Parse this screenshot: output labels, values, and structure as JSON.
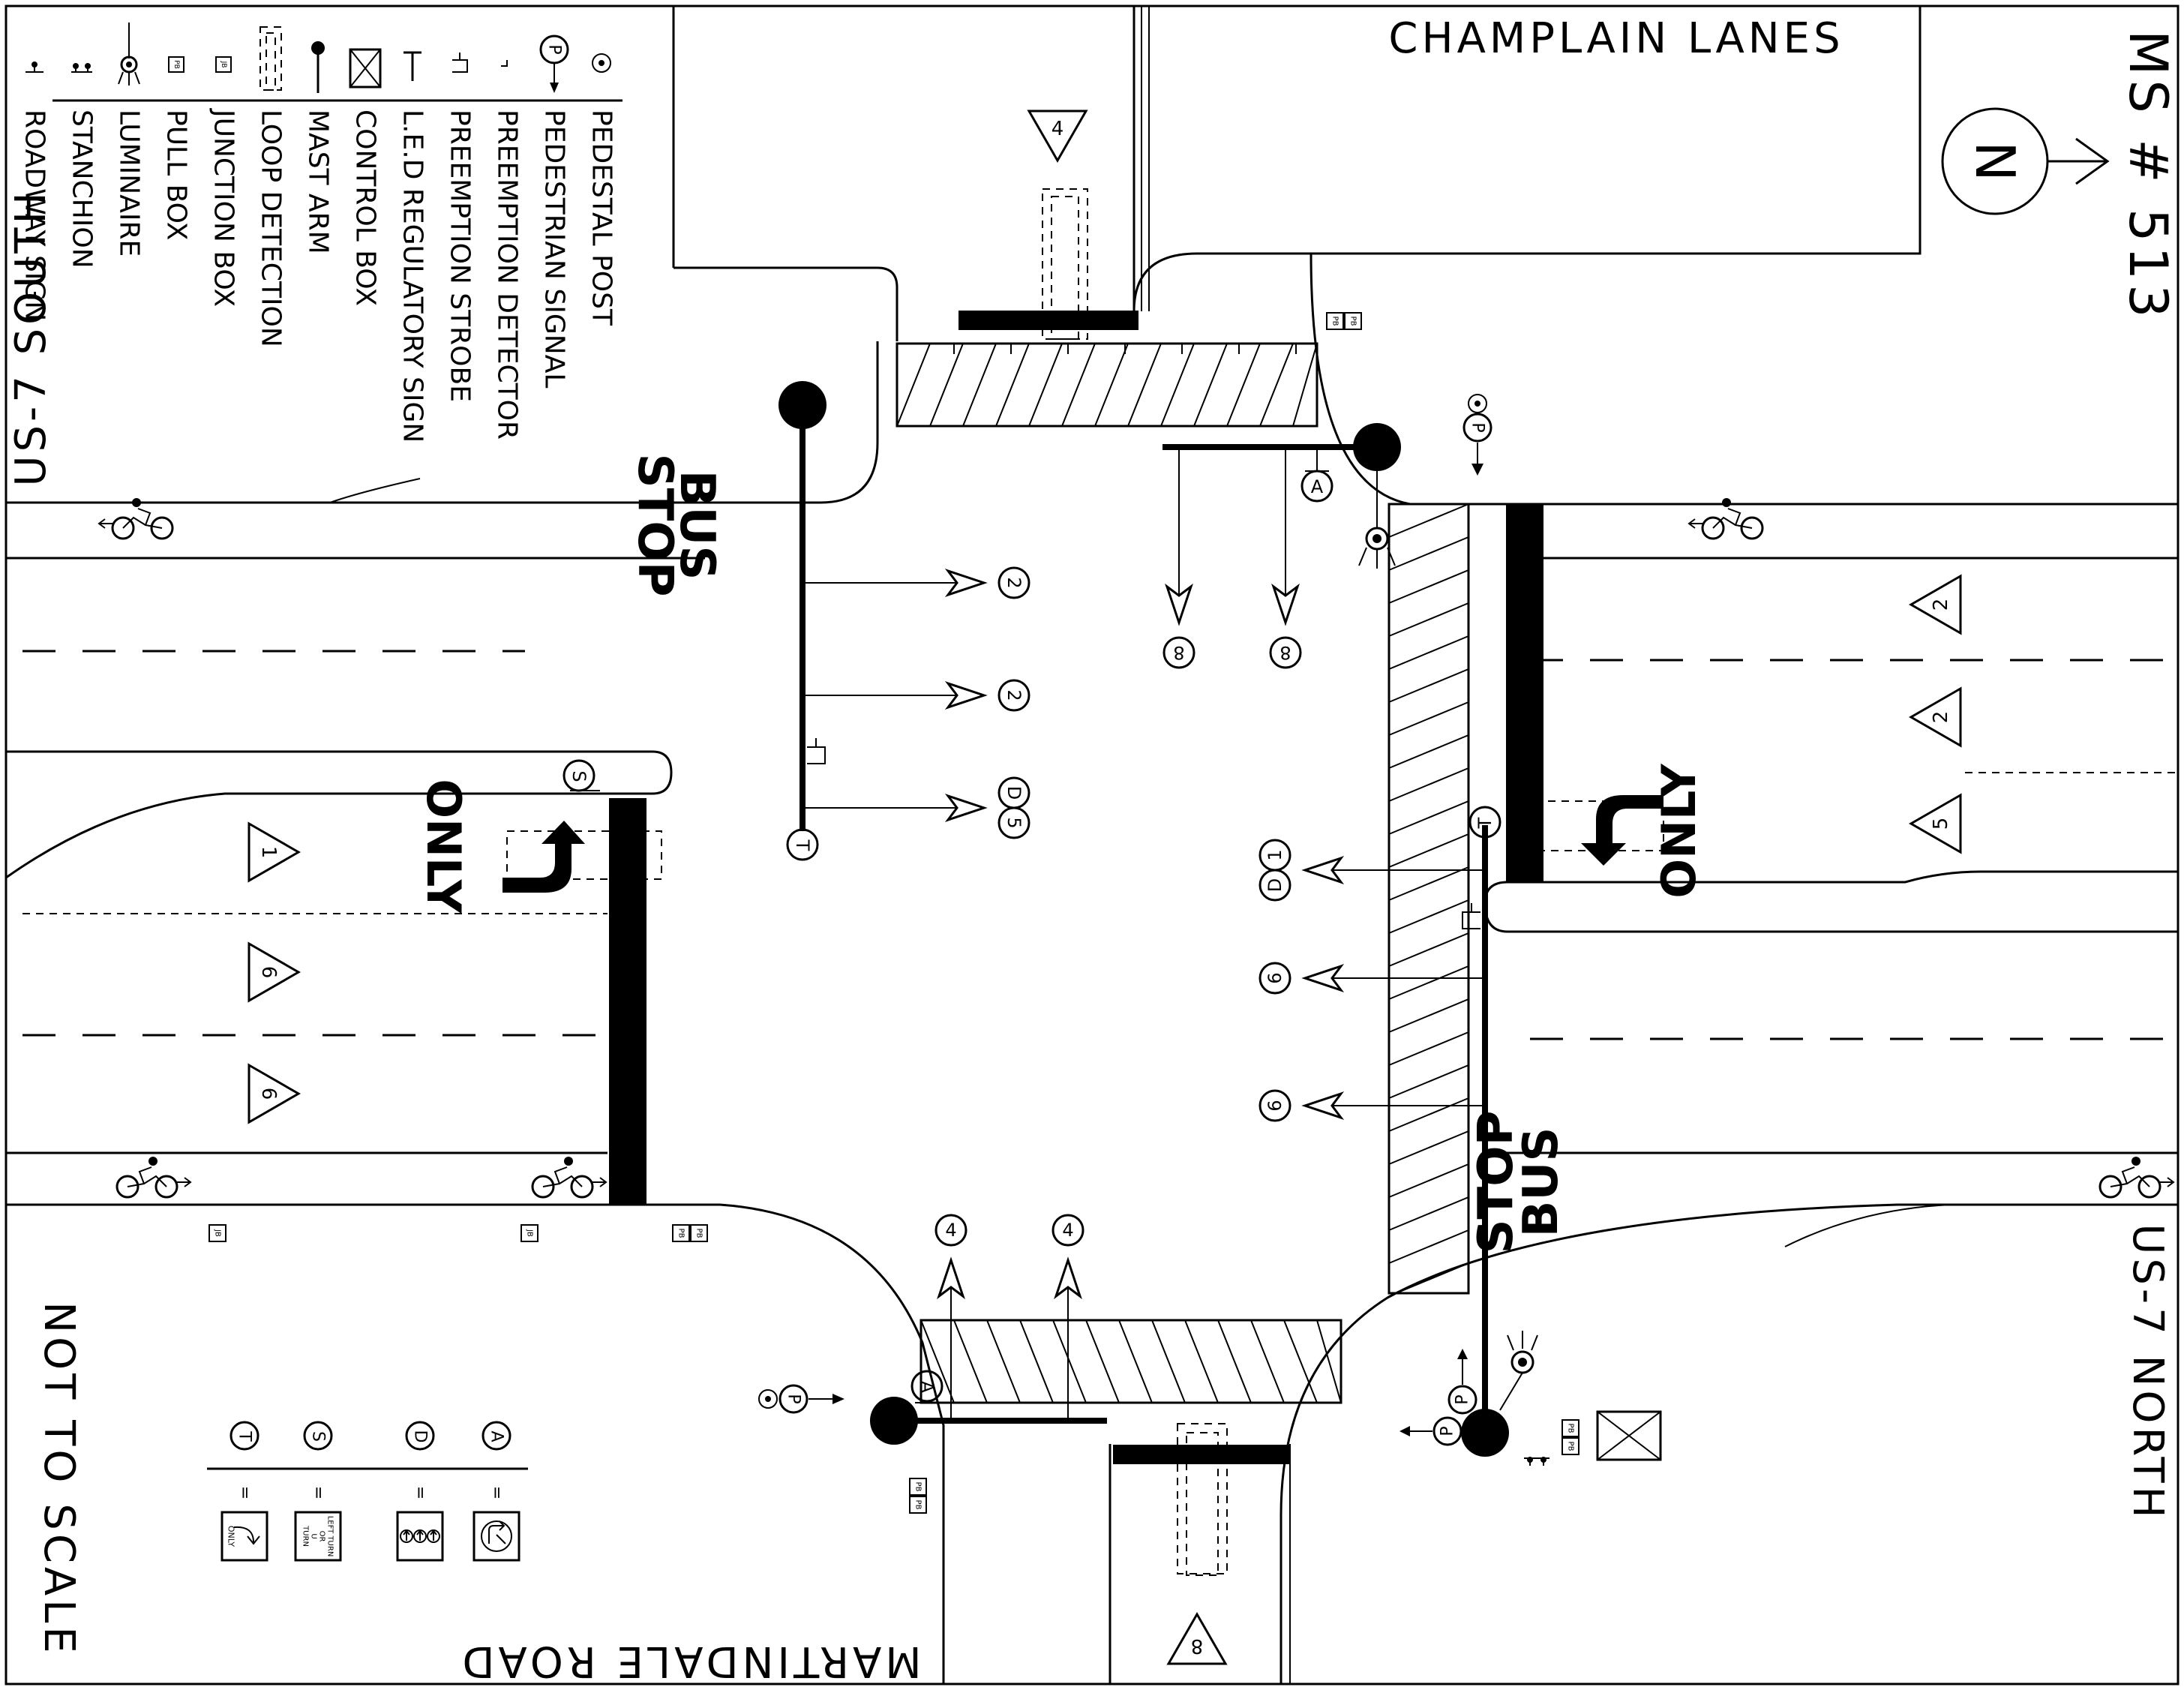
{
  "title": "MS # 513",
  "north_label": "N",
  "streets": {
    "north": "CHAMPLAIN LANES",
    "south": "MARTINDALE ROAD",
    "west": "US-7 SOUTH",
    "east": "US-7 NORTH"
  },
  "scale_note": "NOT TO SCALE",
  "legend": [
    {
      "icon": "pedestal-post-icon",
      "label": "PEDESTAL POST"
    },
    {
      "icon": "pedestrian-signal-icon",
      "label": "PEDESTRIAN SIGNAL"
    },
    {
      "icon": "preemption-detector-icon",
      "label": "PREEMPTION DETECTOR"
    },
    {
      "icon": "preemption-strobe-icon",
      "label": "PREEMPTION STROBE"
    },
    {
      "icon": "led-regulatory-sign-icon",
      "label": "L.E.D REGULATORY SIGN"
    },
    {
      "icon": "control-box-icon",
      "label": "CONTROL BOX"
    },
    {
      "icon": "mast-arm-icon",
      "label": "MAST ARM"
    },
    {
      "icon": "loop-detection-icon",
      "label": "LOOP DETECTION"
    },
    {
      "icon": "junction-box-icon",
      "label": "JUNCTION BOX"
    },
    {
      "icon": "pull-box-icon",
      "label": "PULL BOX"
    },
    {
      "icon": "luminaire-icon",
      "label": "LUMINAIRE"
    },
    {
      "icon": "stanchion-icon",
      "label": "STANCHION"
    },
    {
      "icon": "roadway-sign-icon",
      "label": "ROADWAY SIGN"
    }
  ],
  "pavement_text": {
    "stop": "STOP",
    "bus": "BUS",
    "only": "ONLY"
  },
  "box_labels": {
    "pull_box": "PB",
    "junction_box": "JB"
  },
  "phases": {
    "north_approach": "4",
    "south_approach": "8",
    "east_approach": [
      "2",
      "2",
      "5"
    ],
    "west_approach": [
      "1",
      "6",
      "6"
    ]
  },
  "signal_heads": {
    "nw_arm": [
      "2",
      "2",
      "5D"
    ],
    "ne_arm": [
      "8",
      "8"
    ],
    "se_arm": [
      "1D",
      "6",
      "6"
    ],
    "sw_arm": [
      "4",
      "4"
    ]
  },
  "sign_markers": {
    "A": "A",
    "S": "S",
    "D": "D",
    "T": "T",
    "P": "P"
  },
  "sign_key": [
    {
      "marker": "T",
      "text": [
        "ONLY"
      ]
    },
    {
      "marker": "S",
      "text": [
        "LEFT TURN",
        "OR",
        "U",
        "TURN"
      ]
    },
    {
      "marker": "D",
      "text": []
    },
    {
      "marker": "A",
      "text": []
    }
  ],
  "sign_key_equals": "="
}
